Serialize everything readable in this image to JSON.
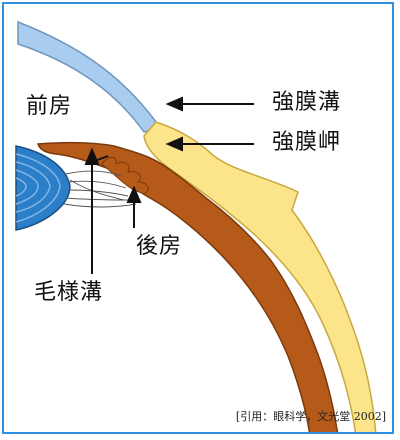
{
  "labels": {
    "anterior_chamber": "前房",
    "scleral_sulcus": "強膜溝",
    "scleral_spur": "強膜岬",
    "posterior_chamber": "後房",
    "schlemm_canal": "毛様溝"
  },
  "citation": "[引用：眼科学，文光堂 2002]",
  "colors": {
    "frame": "#2f8fe0",
    "cornea": "#a9cdef",
    "sclera": "#fbe489",
    "uvea": "#b65a1a",
    "lens": "#2b7fc9",
    "arrow": "#111111"
  }
}
